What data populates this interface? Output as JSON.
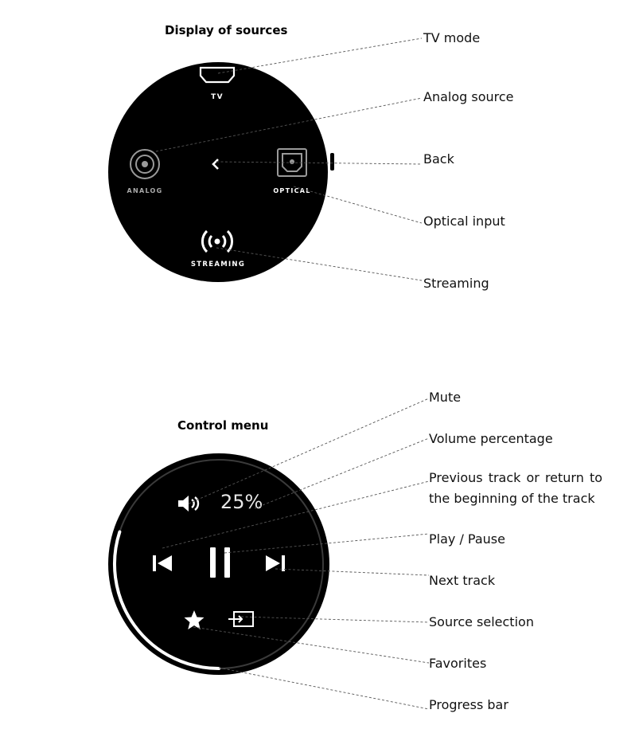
{
  "sources_section": {
    "title": "Display of sources",
    "dial": {
      "tv_label": "TV",
      "analog_label": "ANALOG",
      "optical_label": "OPTICAL",
      "streaming_label": "STREAMING"
    },
    "callouts": {
      "tv_mode": "TV mode",
      "analog_source": "Analog source",
      "back": "Back",
      "optical_input": "Optical input",
      "streaming": "Streaming"
    }
  },
  "control_section": {
    "title": "Control menu",
    "dial": {
      "volume_value": "25%",
      "progress": 0.3
    },
    "callouts": {
      "mute": "Mute",
      "volume_percentage": "Volume percentage",
      "previous_track": "Previous track or return to the beginning of the track",
      "play_pause": "Play / Pause",
      "next_track": "Next track",
      "source_selection": "Source selection",
      "favorites": "Favorites",
      "progress_bar": "Progress bar"
    }
  },
  "colors": {
    "dial_background": "#000000",
    "dial_foreground": "#ffffff",
    "leader_line": "#555555"
  }
}
